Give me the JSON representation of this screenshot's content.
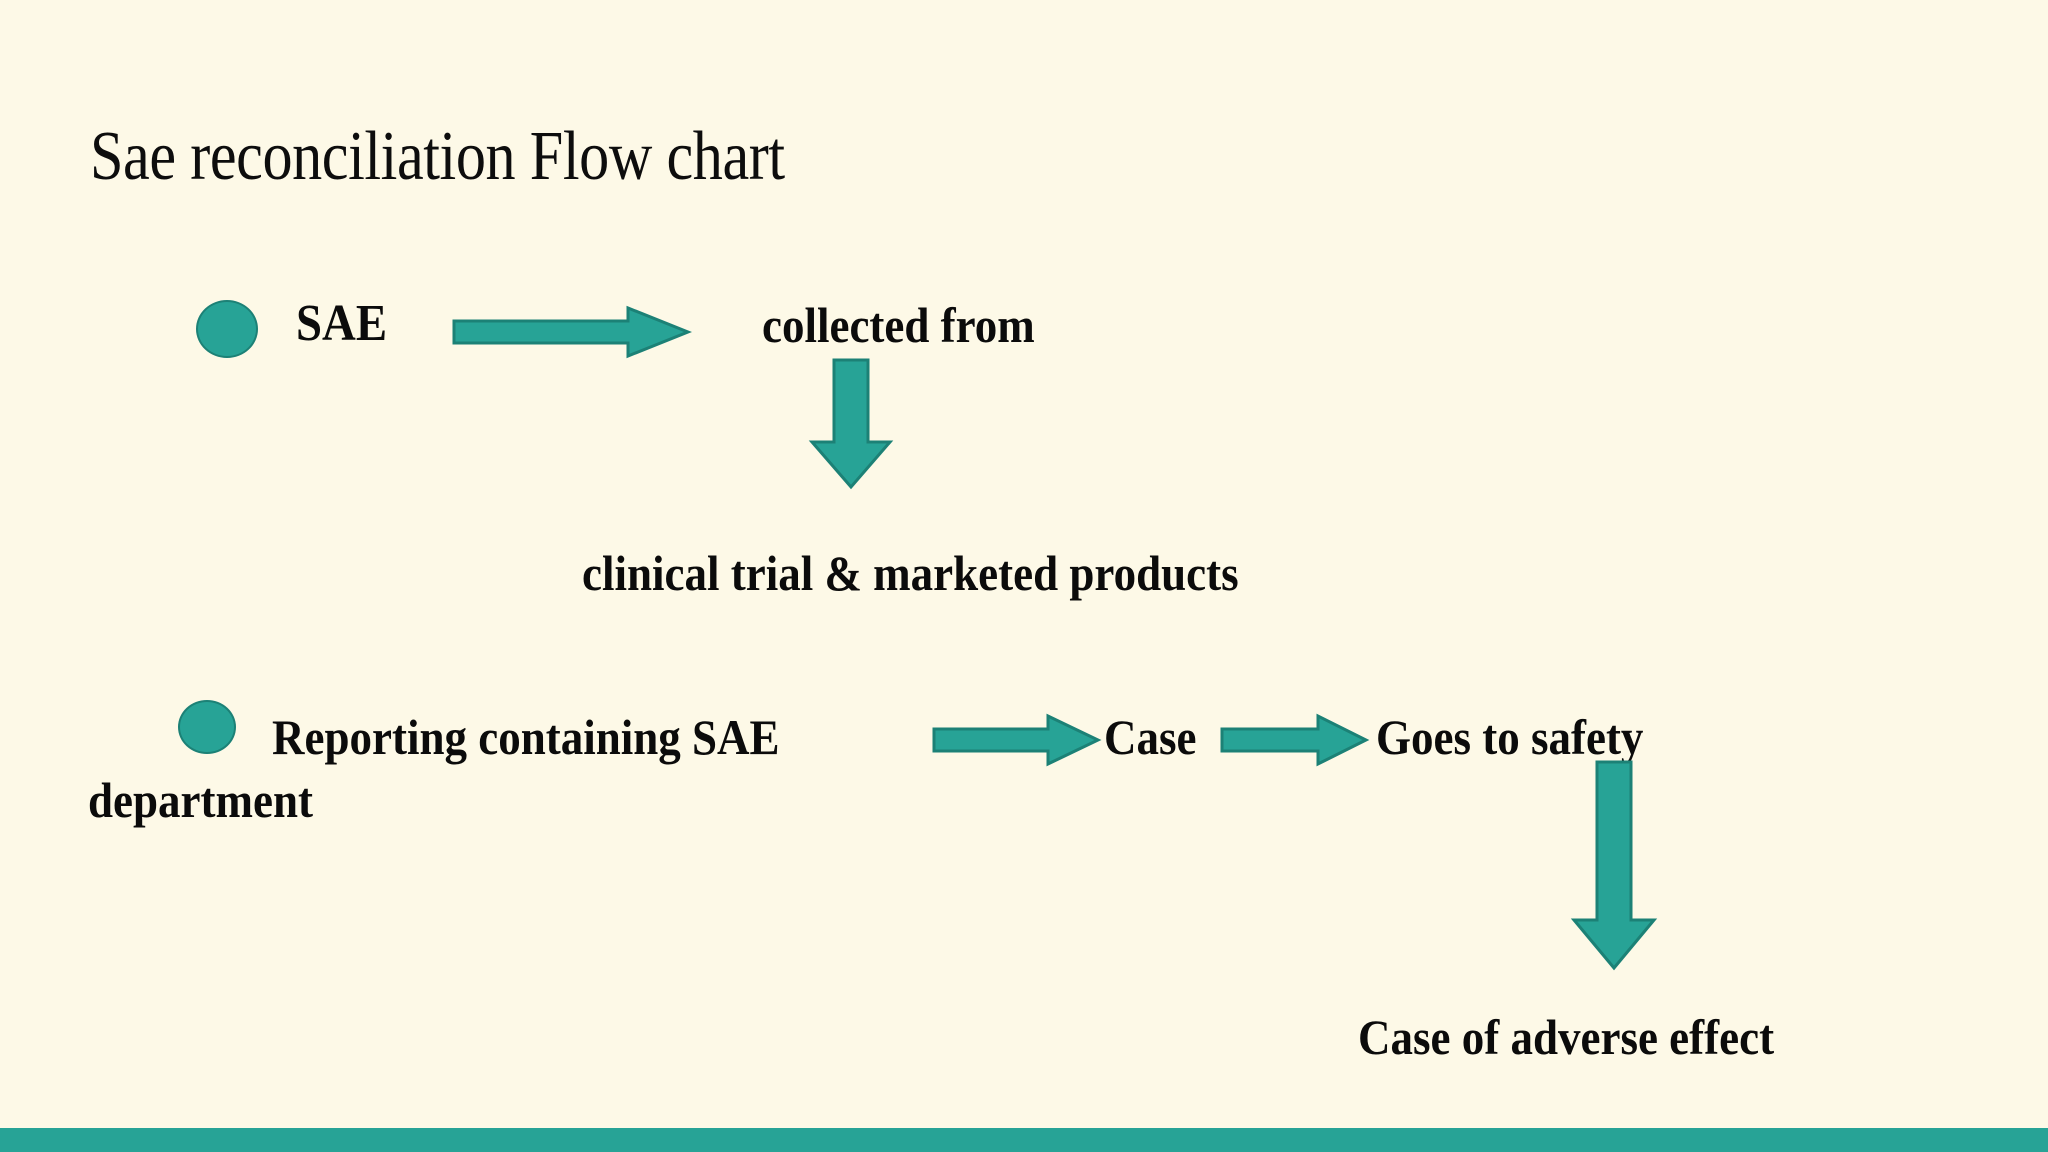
{
  "slide": {
    "title": "Sae reconciliation Flow chart",
    "background_color": "#fdf9e7",
    "accent_color": "#27a396",
    "accent_outline_color": "#1c8176",
    "text_color": "#0b0b0b"
  },
  "flow": {
    "row1": {
      "bullet_label": "SAE",
      "arrow_right_label": "arrow-right",
      "target_label": "collected from",
      "arrow_down_label": "arrow-down",
      "detail_label": "clinical trial & marketed products"
    },
    "row2": {
      "bullet_label": "Reporting containing SAE",
      "bullet_label_wrap": "department",
      "arrow_right_1_label": "arrow-right",
      "step_2_label": "Case",
      "arrow_right_2_label": "arrow-right",
      "step_3_label": "Goes to safety",
      "arrow_down_label": "arrow-down",
      "outcome_label": "Case of adverse effect"
    }
  },
  "bottom_bar": {
    "color": "#27a396"
  }
}
